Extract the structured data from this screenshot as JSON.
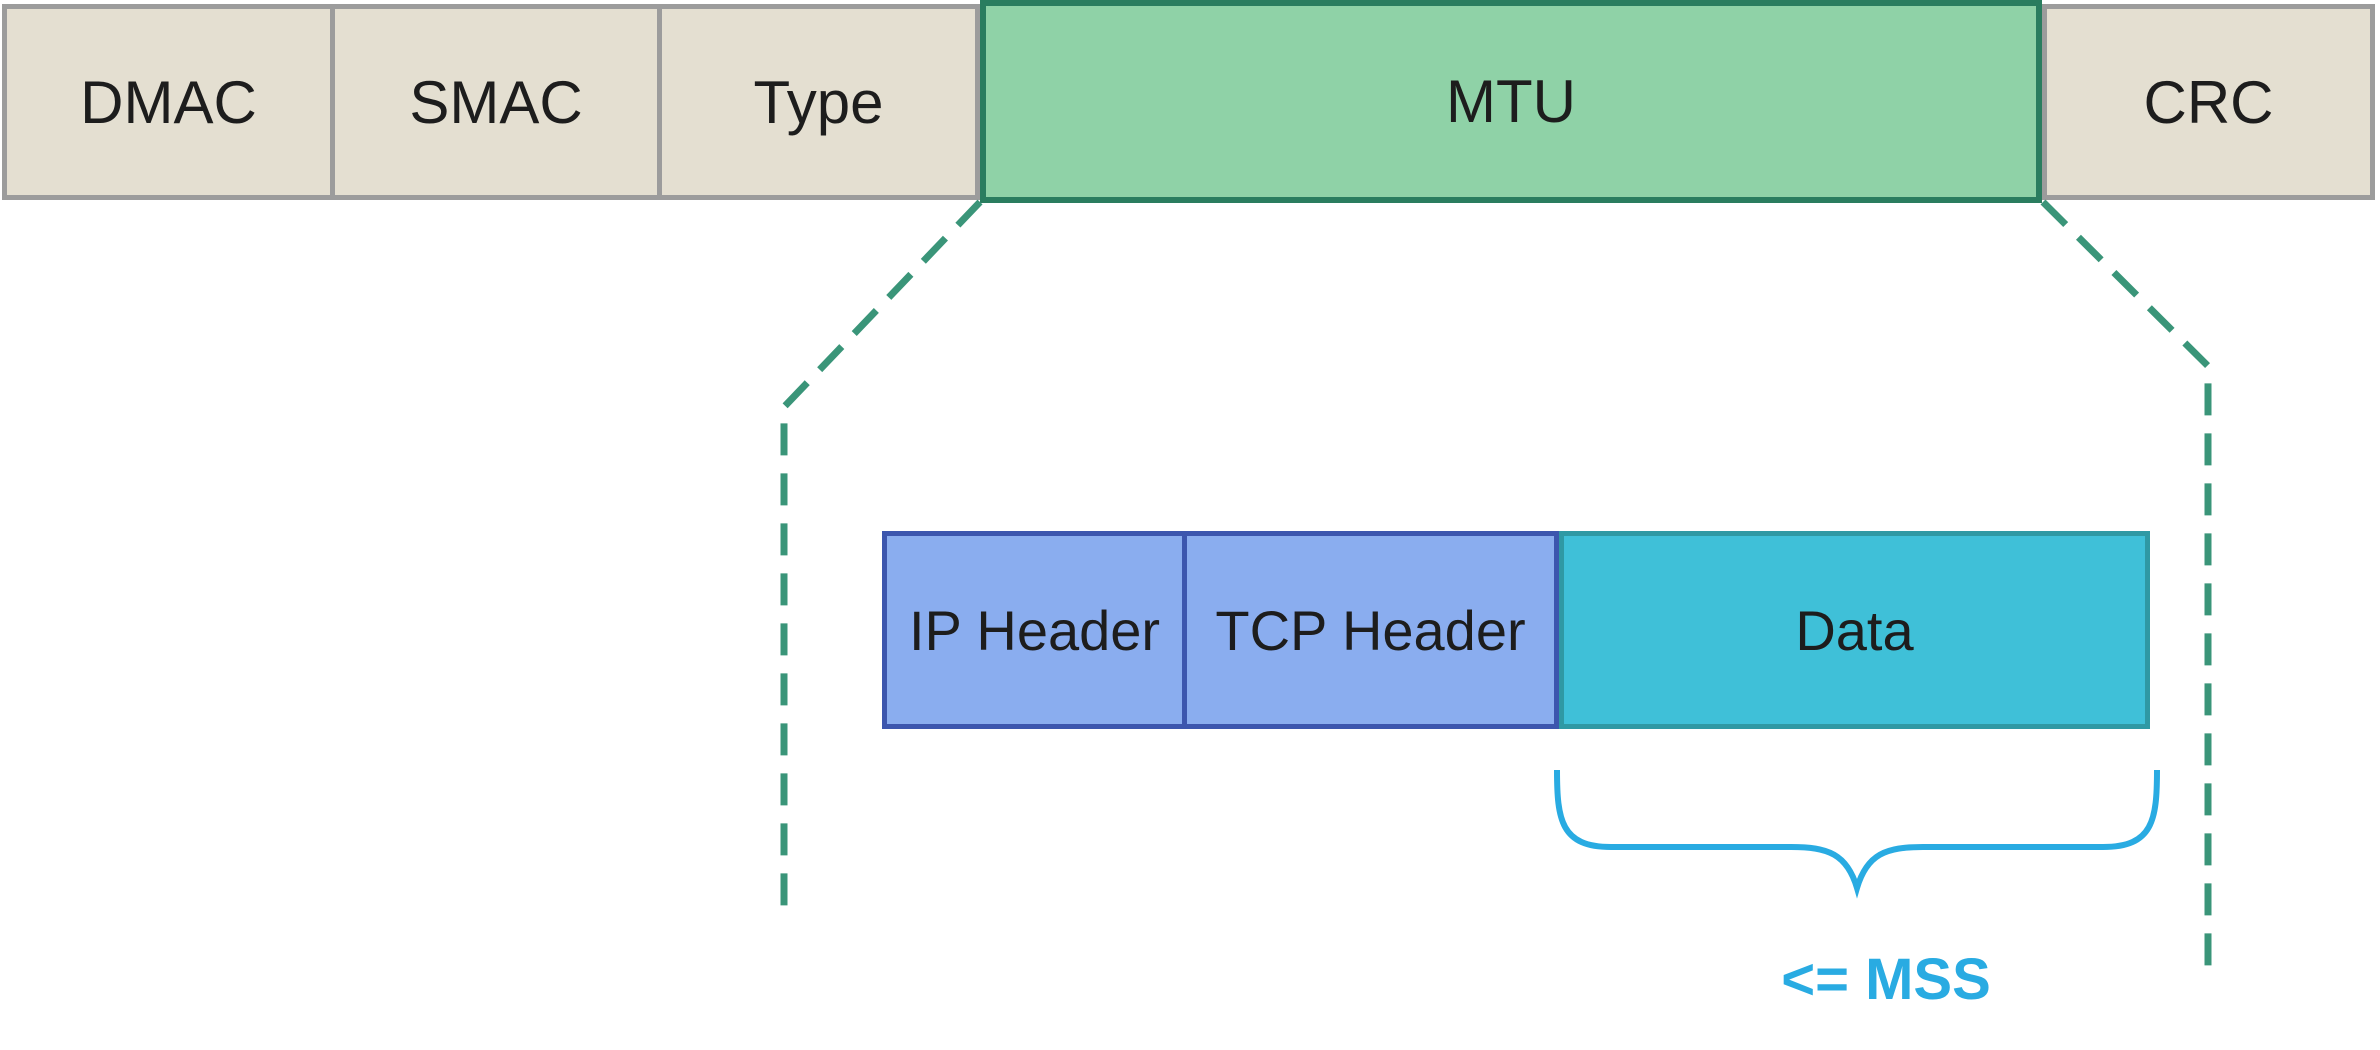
{
  "frame_row": {
    "fields": [
      {
        "label": "DMAC"
      },
      {
        "label": "SMAC"
      },
      {
        "label": "Type"
      },
      {
        "label": "MTU"
      },
      {
        "label": "CRC"
      }
    ]
  },
  "mtu_contents": {
    "fields": [
      {
        "label": "IP Header"
      },
      {
        "label": "TCP Header"
      },
      {
        "label": "Data"
      }
    ]
  },
  "annotation": {
    "mss_label": "<= MSS"
  },
  "colors": {
    "beige_fill": "#e4dfd1",
    "gray_border": "#9c9c9c",
    "green_fill": "#8fd2a7",
    "green_border": "#2a7d5f",
    "blue_fill": "#8aadef",
    "blue_border": "#3c56ae",
    "cyan_fill": "#3fc0d8",
    "cyan_border": "#2f99a4",
    "dash_green": "#3a9579",
    "brace_blue": "#29abe2",
    "label_color": "#1d1d1d"
  }
}
